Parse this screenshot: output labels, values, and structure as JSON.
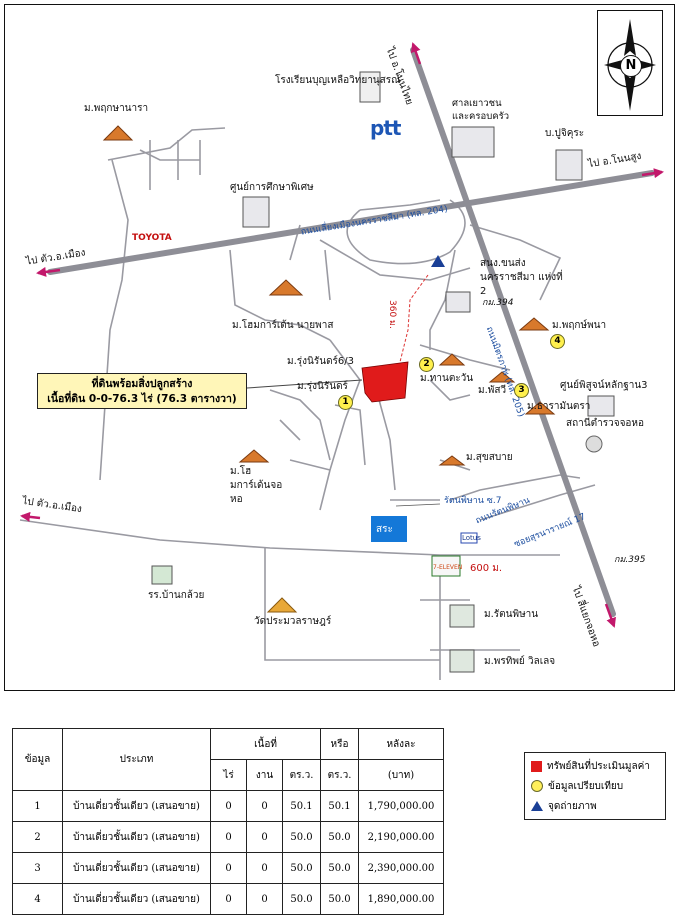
{
  "map": {
    "title_callout": {
      "line1": "ที่ดินพร้อมสิ่งปลูกสร้าง",
      "line2": "เนื้อที่ดิน 0-0-76.3 ไร่ (76.3 ตารางวา)"
    },
    "compass_label": "N",
    "directions": {
      "north": "ไป อ.โนนไทย",
      "east": "ไป อ.โนนสูง",
      "west_upper": "ไป ตัว.อ.เมือง",
      "west_lower": "ไป ตัว.อ.เมือง",
      "south": "ไป สี่แยกจอหอ"
    },
    "roads": {
      "main_road": "ถนนเลี่ยงเมืองนครราชสีมา (ทล. 204)",
      "second_road": "ถนนมิตรภาพ (ทล. 205)",
      "soi_rattanaphisan": "ถนนรัตนพิษาน",
      "soi_17": "ซอยสุรนารายณ์ 17",
      "rat_soi7": "รัตนพิษาน ซ.7",
      "dist_360": "360 ม.",
      "dist_600": "600 ม.",
      "km394": "กม.394",
      "km395": "กม.395"
    },
    "places": {
      "school_bunyat": "โรงเรียนบุญเหลือวิทยานุสรณ์",
      "ptt": "ptt",
      "juvenile_court": "ศาลเยาวชนและครอบครัว",
      "puchuran": "บ.ปูจิคุระ",
      "special_edu": "ศูนย์การศึกษาพิเศษ",
      "toyota": "TOYOTA",
      "m_pruksa_nara": "ม.พฤกษานารา",
      "police_station": "สนง.ขนส่งนครราชสีมา แห่งที่ 2",
      "m_home_place_naiwas": "ม.โฮมการ์เด้น นายพาส",
      "m_rung_ninrin_6_3": "ม.รุ่งนิรันดร์6/3",
      "m_rung_ninrin": "ม.รุ่งนิรันดร์",
      "m_tan_kawan": "ม.ทานตะวัน",
      "m_pruksapana": "ม.พฤกษ์พนา",
      "m_phasuk": "ม.พัสวี",
      "m_tarathip": "ม.ธารามันตรา",
      "evidence_center": "ศูนย์พิสูจน์หลักฐาน3",
      "police_jorhor": "สถานีตำรวจจอหอ",
      "m_home_jorhor": "ม.โฮมการ์เด้นจอหอ",
      "m_sukbai": "ม.สุขสบาย",
      "pond": "สระ",
      "lotus": "Lotus",
      "seven": "7-ELEVEN",
      "school_bankluai": "รร.บ้านกล้วย",
      "wat": "วัดประมวลราษฎร์",
      "m_rattanaphisan": "ม.รัตนพิษาน",
      "m_pornthip": "ม.พรทิพย์ วิลเลจ"
    },
    "comparable_markers": [
      "1",
      "2",
      "3",
      "4"
    ]
  },
  "table": {
    "headers": {
      "id": "ข้อมูล",
      "type": "ประเภท",
      "area": "เนื้อที่",
      "rai": "ไร่",
      "ngan": "งาน",
      "wa": "ตร.ว.",
      "or": "หรือ",
      "wa2": "ตร.ว.",
      "price": "หลังละ",
      "price_unit": "(บาท)"
    },
    "rows": [
      {
        "id": "1",
        "type": "บ้านเดี่ยวชั้นเดียว (เสนอขาย)",
        "rai": "0",
        "ngan": "0",
        "wa": "50.1",
        "wa2": "50.1",
        "price": "1,790,000.00"
      },
      {
        "id": "2",
        "type": "บ้านเดี่ยวชั้นเดียว (เสนอขาย)",
        "rai": "0",
        "ngan": "0",
        "wa": "50.0",
        "wa2": "50.0",
        "price": "2,190,000.00"
      },
      {
        "id": "3",
        "type": "บ้านเดี่ยวชั้นเดียว (เสนอขาย)",
        "rai": "0",
        "ngan": "0",
        "wa": "50.0",
        "wa2": "50.0",
        "price": "2,390,000.00"
      },
      {
        "id": "4",
        "type": "บ้านเดี่ยวชั้นเดียว (เสนอขาย)",
        "rai": "0",
        "ngan": "0",
        "wa": "50.0",
        "wa2": "50.0",
        "price": "1,890,000.00"
      }
    ]
  },
  "legend": {
    "subject": "ทรัพย์สินที่ประเมินมูลค่า",
    "comparable": "ข้อมูลเปรียบเทียบ",
    "photo": "จุดถ่ายภาพ"
  },
  "colors": {
    "subject": "#e01b1b",
    "comparable": "#fff04d",
    "highway": "#8e8e96",
    "arrow": "#c2186b"
  }
}
